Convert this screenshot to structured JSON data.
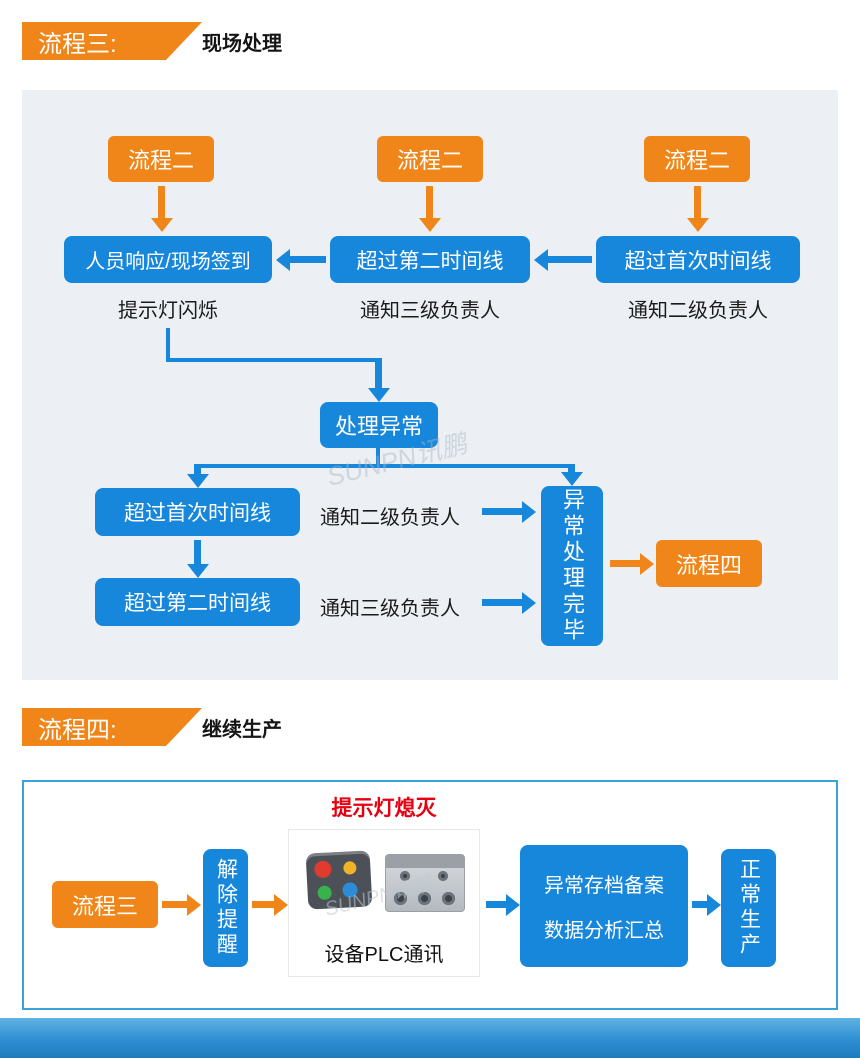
{
  "watermark": "SUNPN讯鹏",
  "colors": {
    "orange": "#F08619",
    "blue": "#1787DB",
    "panel_background": "#ECF0F5",
    "alert_red": "#E60012",
    "footer_blue": "#2E8FD2"
  },
  "process3": {
    "ribbon_label": "流程三:",
    "section_title": "现场处理",
    "source_boxes": [
      "流程二",
      "流程二",
      "流程二"
    ],
    "row1_boxes": [
      "人员响应/现场签到",
      "超过第二时间线",
      "超过首次时间线"
    ],
    "row1_notes": [
      "提示灯闪烁",
      "通知三级负责人",
      "通知二级负责人"
    ],
    "handle_box": "处理异常",
    "timeline1_box": "超过首次时间线",
    "timeline1_note": "通知二级负责人",
    "timeline2_box": "超过第二时间线",
    "timeline2_note": "通知三级负责人",
    "done_box": "异常处理完毕",
    "next_box": "流程四"
  },
  "process4": {
    "ribbon_label": "流程四:",
    "section_title": "继续生产",
    "light_off_label": "提示灯熄灭",
    "prev_box": "流程三",
    "release_box": "解除提醒",
    "device_caption": "设备PLC通讯",
    "archive_line1": "异常存档备案",
    "archive_line2": "数据分析汇总",
    "normal_box": "正常生产"
  }
}
